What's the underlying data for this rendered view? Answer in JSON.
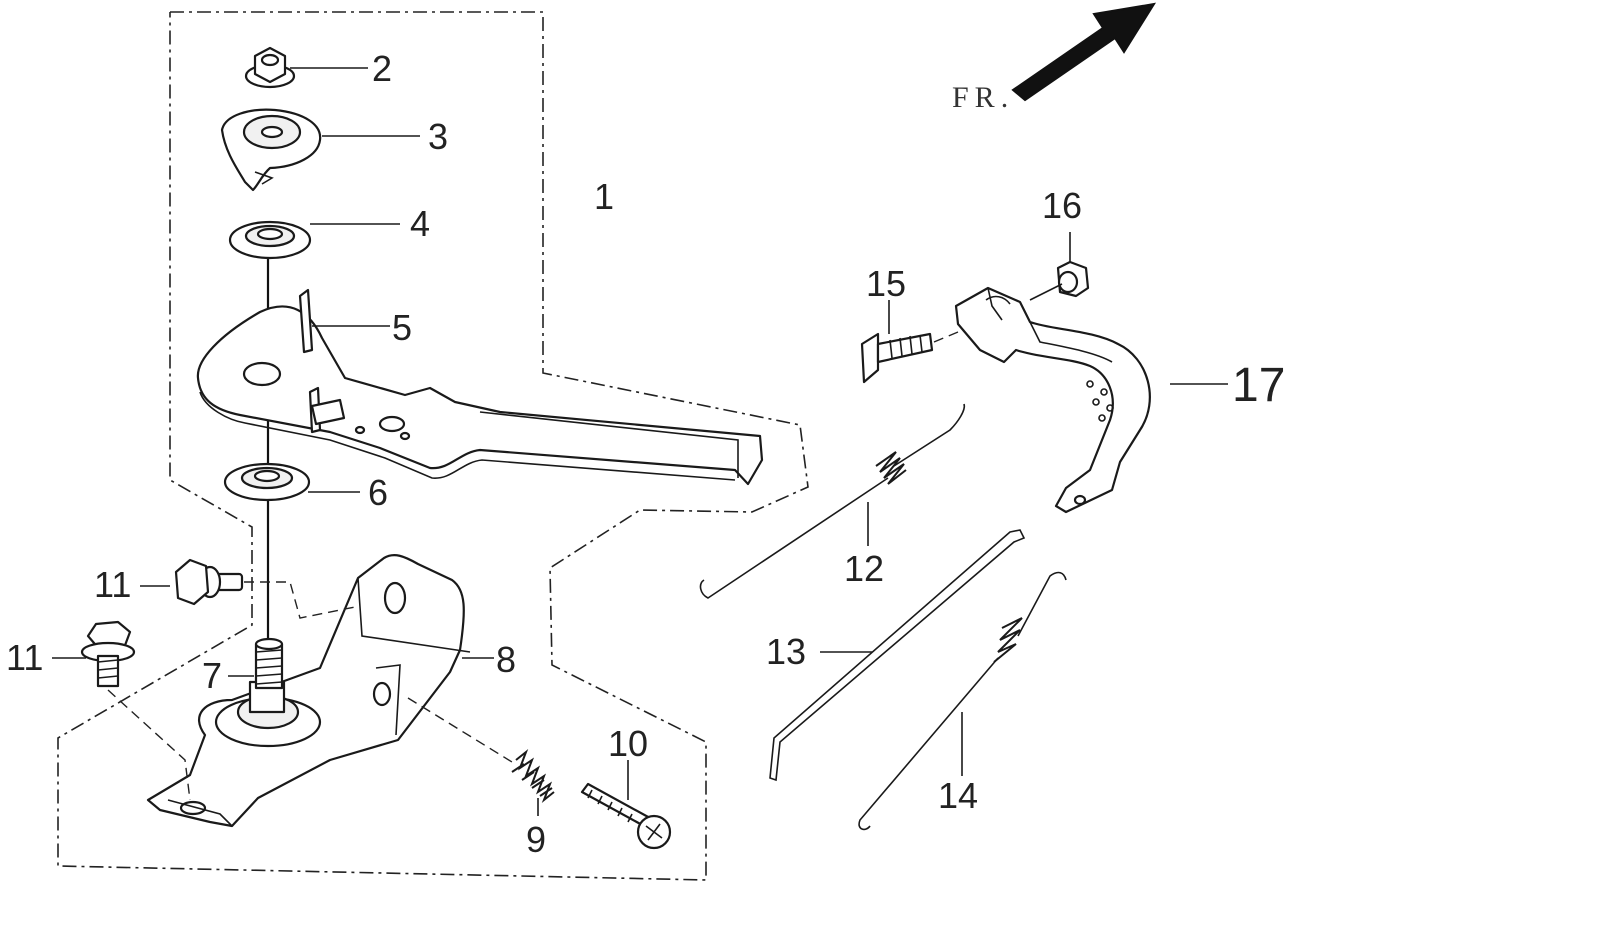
{
  "direction_marker": {
    "text": "FR."
  },
  "parts": [
    {
      "id": "1",
      "label": "1"
    },
    {
      "id": "2",
      "label": "2"
    },
    {
      "id": "3",
      "label": "3"
    },
    {
      "id": "4",
      "label": "4"
    },
    {
      "id": "5",
      "label": "5"
    },
    {
      "id": "6",
      "label": "6"
    },
    {
      "id": "7",
      "label": "7"
    },
    {
      "id": "8",
      "label": "8"
    },
    {
      "id": "9",
      "label": "9"
    },
    {
      "id": "10",
      "label": "10"
    },
    {
      "id": "11a",
      "label": "11"
    },
    {
      "id": "11b",
      "label": "11"
    },
    {
      "id": "12",
      "label": "12"
    },
    {
      "id": "13",
      "label": "13"
    },
    {
      "id": "14",
      "label": "14"
    },
    {
      "id": "15",
      "label": "15"
    },
    {
      "id": "16",
      "label": "16"
    },
    {
      "id": "17",
      "label": "17"
    }
  ]
}
